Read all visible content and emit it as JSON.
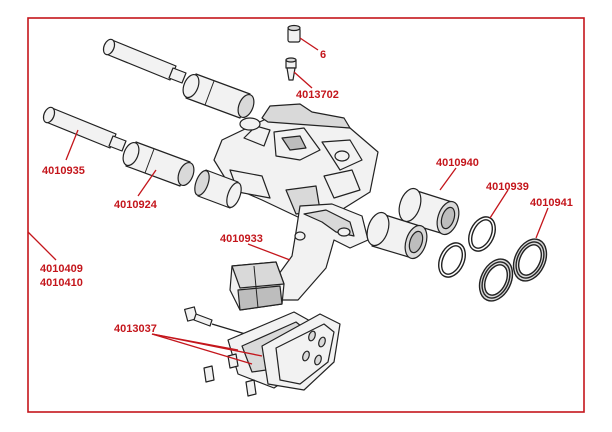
{
  "colors": {
    "frame": "#c4161c",
    "label": "#c4161c",
    "line_art": "#222222",
    "background": "#ffffff"
  },
  "labels": {
    "bleed_screw": "6",
    "bleed_nipple": "4013702",
    "guide_pin": "4010935",
    "guide_bushing": "4010924",
    "carrier_bracket": "4010933",
    "caliper_assembly_a": "4010409",
    "caliper_assembly_b": "4010410",
    "piston": "4010940",
    "piston_seal": "4010939",
    "dust_boot": "4010941",
    "pad_set": "4013037"
  }
}
